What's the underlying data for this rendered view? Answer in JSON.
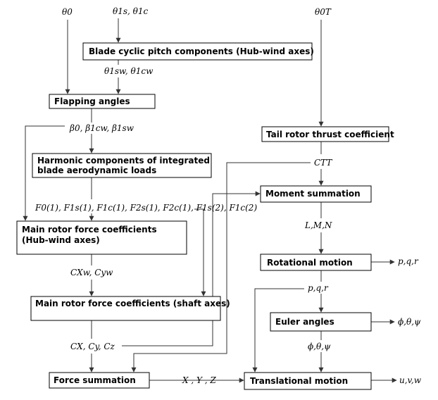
{
  "boxes": {
    "blade_cyclic": "Blade cyclic pitch components (Hub-wind axes)",
    "flapping": "Flapping angles",
    "harmonic_line1": "Harmonic components of integrated",
    "harmonic_line2": "blade aerodynamic loads",
    "mr_hubwind_line1": "Main rotor force coefficients",
    "mr_hubwind_line2": "(Hub-wind axes)",
    "mr_shaft": "Main rotor force coefficients (shaft axes)",
    "force_sum": "Force summation",
    "tail_thrust": "Tail rotor thrust coefficient",
    "moment_sum": "Moment summation",
    "rotational": "Rotational  motion",
    "euler": "Euler angles",
    "translational": "Translational motion"
  },
  "symbols": {
    "theta0": "θ0",
    "theta1s_1c": "θ1s, θ1c",
    "theta0T": "θ0T",
    "theta1sw_1cw": "θ1sw, θ1cw",
    "betas": "β0, β1cw, β1sw",
    "harmonics": "F0(1), F1s(1), F1c(1), F2s(1), F2c(1), F1s(2), F1c(2)",
    "cxw_cyw": "CXw, Cyw",
    "cx_cy_cz": "CX, Cy, Cz",
    "ctt": "CTT",
    "lmn": "L,M,N",
    "pqr_mid": "p,q,r",
    "pqr_out": "p,q,r",
    "angles_mid": "ϕ,θ,ψ",
    "angles_out": "ϕ,θ,ψ",
    "xyz": "X , Y , Z",
    "uvw": "u,v,w"
  },
  "colors": {
    "box_border": "#000000",
    "wire": "#333333",
    "text": "#000000",
    "background": "#ffffff"
  }
}
